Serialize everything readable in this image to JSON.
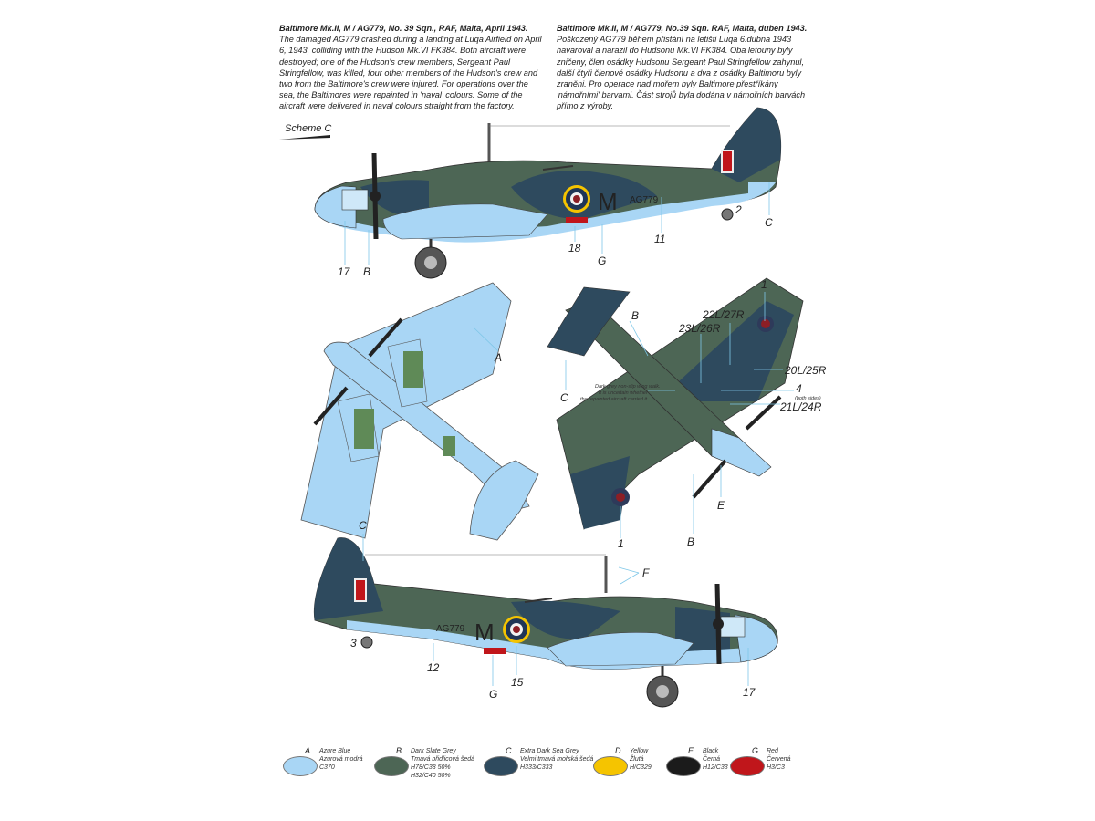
{
  "description_en": {
    "heading": "Baltimore Mk.II, M / AG779, No. 39 Sqn., RAF, Malta, April 1943.",
    "body": " The damaged AG779 crashed during a landing at Luqa Airfield on April 6, 1943, colliding with the Hudson Mk.VI FK384. Both aircraft were destroyed; one of the Hudson's crew members, Sergeant Paul Stringfellow, was killed, four other members of the Hudson's crew and two from the Baltimore's crew were injured. For operations over the sea, the Baltimores were repainted in 'naval' colours. Some of the aircraft were delivered in naval colours straight from the factory."
  },
  "description_cz": {
    "heading": "Baltimore Mk.II, M / AG779, No.39 Sqn. RAF, Malta, duben 1943.",
    "body": " Poškozený AG779 během přistání na letišti Luqa 6.dubna 1943 havaroval a narazil do Hudsonu Mk.VI FK384. Oba letouny byly zničeny, člen osádky Hudsonu Sergeant Paul Stringfellow zahynul, další čtyři členové osádky Hudsonu a dva z osádky Baltimoru byly zraněni. Pro operace nad mořem byly Baltimore přestříkány 'námořními' barvami. Část strojů byla dodána v námořních barvách přímo z výroby."
  },
  "scheme_label": "Scheme C",
  "aircraft_markings": {
    "code_letter": "M",
    "serial": "AG779"
  },
  "callouts": {
    "top_side": [
      "17",
      "B",
      "18",
      "G",
      "11",
      "2",
      "C"
    ],
    "underside": [
      "A"
    ],
    "upper_view": [
      "B",
      "C",
      "1",
      "22L/27R",
      "23L/26R",
      "20L/25R",
      "4",
      "21L/24R",
      "E",
      "B",
      "1"
    ],
    "upper_view_extra": "(both sides)",
    "wing_walk_note": [
      "Dark grey non-slip wing walk.",
      "It is uncertain whether",
      "the repainted aircraft carried it."
    ],
    "bottom_side": [
      "C",
      "F",
      "3",
      "12",
      "G",
      "15",
      "17"
    ]
  },
  "legend": [
    {
      "letter": "A",
      "lines": [
        "Azure Blue",
        "Azurová modrá",
        "C370"
      ],
      "color": "#a9d6f5"
    },
    {
      "letter": "B",
      "lines": [
        "Dark Slate Grey",
        "Tmavá břidlicová šedá",
        "H78/C38 50%",
        "H32/C40 50%"
      ],
      "color": "#4d6655"
    },
    {
      "letter": "C",
      "lines": [
        "Extra Dark Sea Grey",
        "Velmi tmavá mořská šedá",
        "H333/C333"
      ],
      "color": "#2e4a5e"
    },
    {
      "letter": "D",
      "lines": [
        "Yellow",
        "Žlutá",
        "H/C329"
      ],
      "color": "#f5c400"
    },
    {
      "letter": "E",
      "lines": [
        "Black",
        "Černá",
        "H12/C33"
      ],
      "color": "#1b1b1b"
    },
    {
      "letter": "G",
      "lines": [
        "Red",
        "Červená",
        "H3/C3"
      ],
      "color": "#c0161b"
    }
  ],
  "colors": {
    "azure": "#a9d6f5",
    "slate": "#4d6655",
    "seagrey": "#2e4a5e",
    "yellow": "#f5c400",
    "black": "#1b1b1b",
    "red": "#c0161b",
    "roundel_red": "#8c1e25",
    "cockpit_green": "#5f8a57"
  }
}
